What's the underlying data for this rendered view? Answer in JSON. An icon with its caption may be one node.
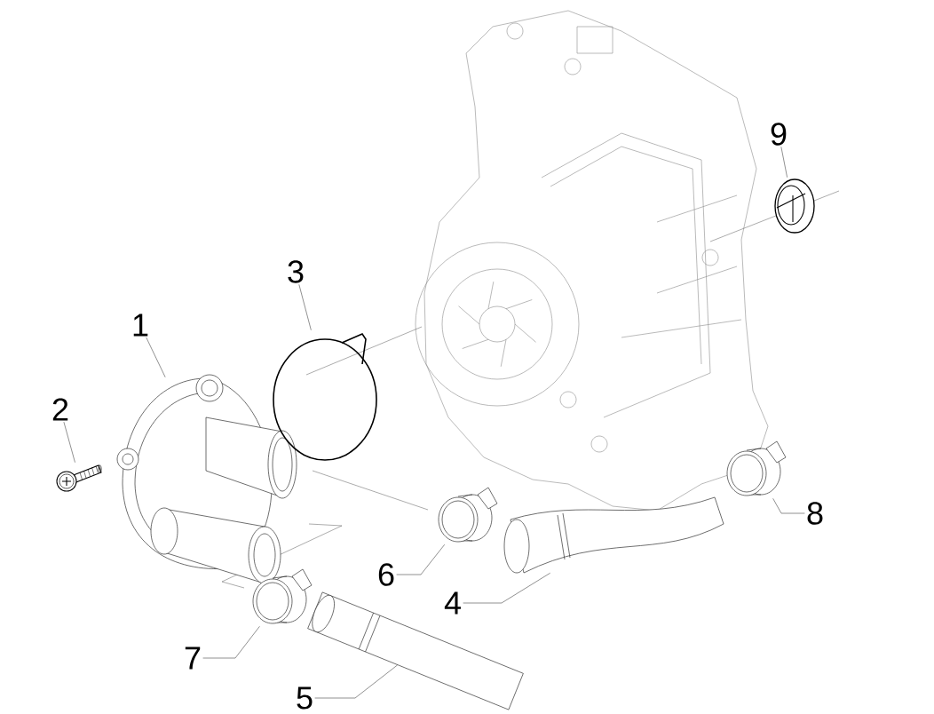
{
  "diagram": {
    "nodes": [
      {
        "text": [
          "1"
        ]
      },
      {
        "text": [
          "2"
        ]
      },
      {
        "text": [
          "3"
        ]
      },
      {
        "text": [
          "4"
        ]
      },
      {
        "text": [
          "5"
        ]
      },
      {
        "text": [
          "6"
        ]
      },
      {
        "text": [
          "7"
        ]
      },
      {
        "text": [
          "8"
        ]
      },
      {
        "text": [
          "9"
        ]
      },
      {
        "text": [],
        "shape": "picture"
      },
      {
        "text": [],
        "shape": "picture"
      },
      {
        "text": [],
        "shape": "picture"
      },
      {
        "text": [],
        "shape": "picture"
      },
      {
        "text": [],
        "shape": "picture"
      },
      {
        "text": [],
        "shape": "picture"
      },
      {
        "text": [],
        "shape": "picture"
      },
      {
        "text": [],
        "shape": "picture"
      },
      {
        "text": [],
        "shape": "picture"
      }
    ],
    "edges": [
      {
        "from": 0,
        "to": 9,
        "arrow": "none"
      },
      {
        "from": 1,
        "to": 10,
        "arrow": "none"
      },
      {
        "from": 2,
        "to": 11,
        "arrow": "none"
      },
      {
        "from": 3,
        "to": 12,
        "arrow": "none"
      },
      {
        "from": 4,
        "to": 13,
        "arrow": "none"
      },
      {
        "from": 5,
        "to": 14,
        "arrow": "none"
      },
      {
        "from": 6,
        "to": 15,
        "arrow": "none"
      },
      {
        "from": 7,
        "to": 16,
        "arrow": "none"
      },
      {
        "from": 8,
        "to": 17,
        "arrow": "none"
      }
    ]
  }
}
